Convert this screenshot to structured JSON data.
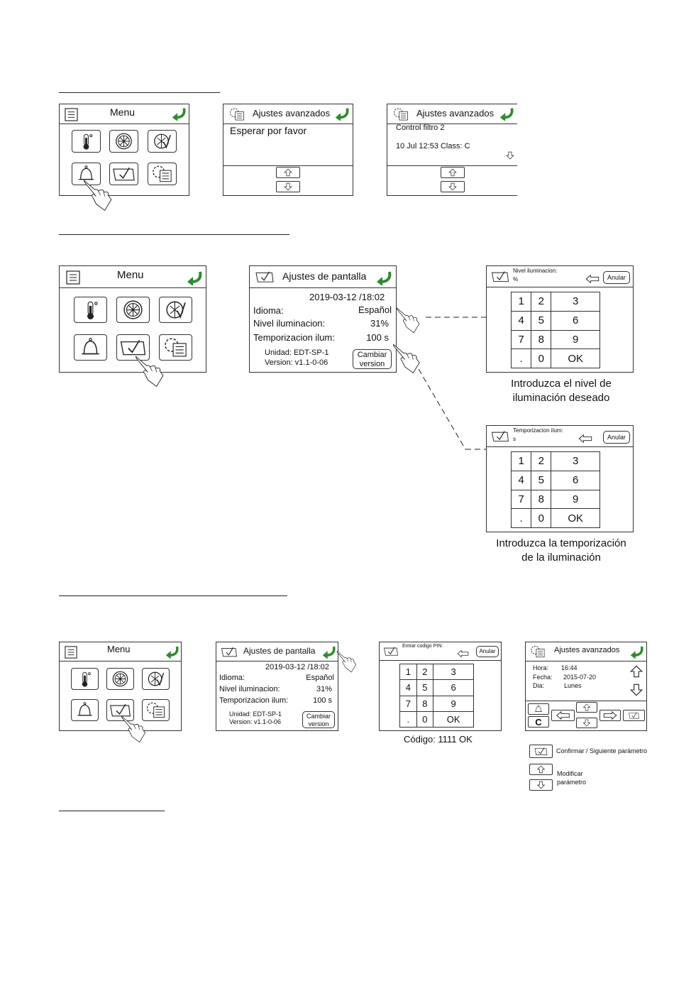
{
  "colors": {
    "green_arrow": "#2e8b2e",
    "line": "#222222"
  },
  "icons": {
    "menu": "menu-lines-icon",
    "back": "return-arrow-icon",
    "thermometer": "thermometer-icon",
    "fan": "fan-icon",
    "filter": "filter-icon",
    "bell": "bell-icon",
    "screen": "screen-settings-icon",
    "advanced": "advanced-settings-icon",
    "finger": "pointing-hand-icon"
  },
  "common": {
    "menu_title": "Menu",
    "advanced_title": "Ajustes avanzados",
    "display_title": "Ajustes de pantalla",
    "cancel": "Anular",
    "keys": [
      "1",
      "2",
      "3",
      "4",
      "5",
      "6",
      "7",
      "8",
      "9",
      ".",
      "0",
      "OK"
    ]
  },
  "section1": {
    "wait_text": "Esperar por favor",
    "filter_line": "Control filtro 2",
    "filter_date": "10 Jul 12:53  Class: C"
  },
  "section2": {
    "datetime": "2019-03-12 /18:02",
    "idioma_label": "Idioma:",
    "idioma_value": "Español",
    "nivel_label": "Nivel iluminacion:",
    "nivel_value": "31%",
    "temp_label": "Temporizacion ilum:",
    "temp_value": "100 s",
    "unit_line": "Unidad:   EDT-SP-1",
    "version_line": "Version:    v1.1-0-06",
    "change_btn_1": "Cambiar",
    "change_btn_2": "version",
    "kp1_title": "Nivel iluminacion:",
    "kp1_unit": "%",
    "kp1_caption_1": "Introduzca el nivel de",
    "kp1_caption_2": "iluminación deseado",
    "kp2_title": "Temporizacion ilum:",
    "kp2_unit": "s",
    "kp2_caption_1": "Introduzca la temporización",
    "kp2_caption_2": "de la iluminación"
  },
  "section3": {
    "datetime": "2019-03-12 /18:02",
    "pin_title": "Entrar codigo PIN:",
    "code_caption": "Código: 1111  OK",
    "hora_label": "Hora:",
    "hora_value": "16:44",
    "fecha_label": "Fecha:",
    "fecha_value": "2015-07-20",
    "dia_label": "Dia:",
    "dia_value": "Lunes",
    "c_button": "C",
    "legend_confirm": "Confirmar / Siguiente parámetro",
    "legend_modify_1": "Modificar",
    "legend_modify_2": "parámetro"
  }
}
